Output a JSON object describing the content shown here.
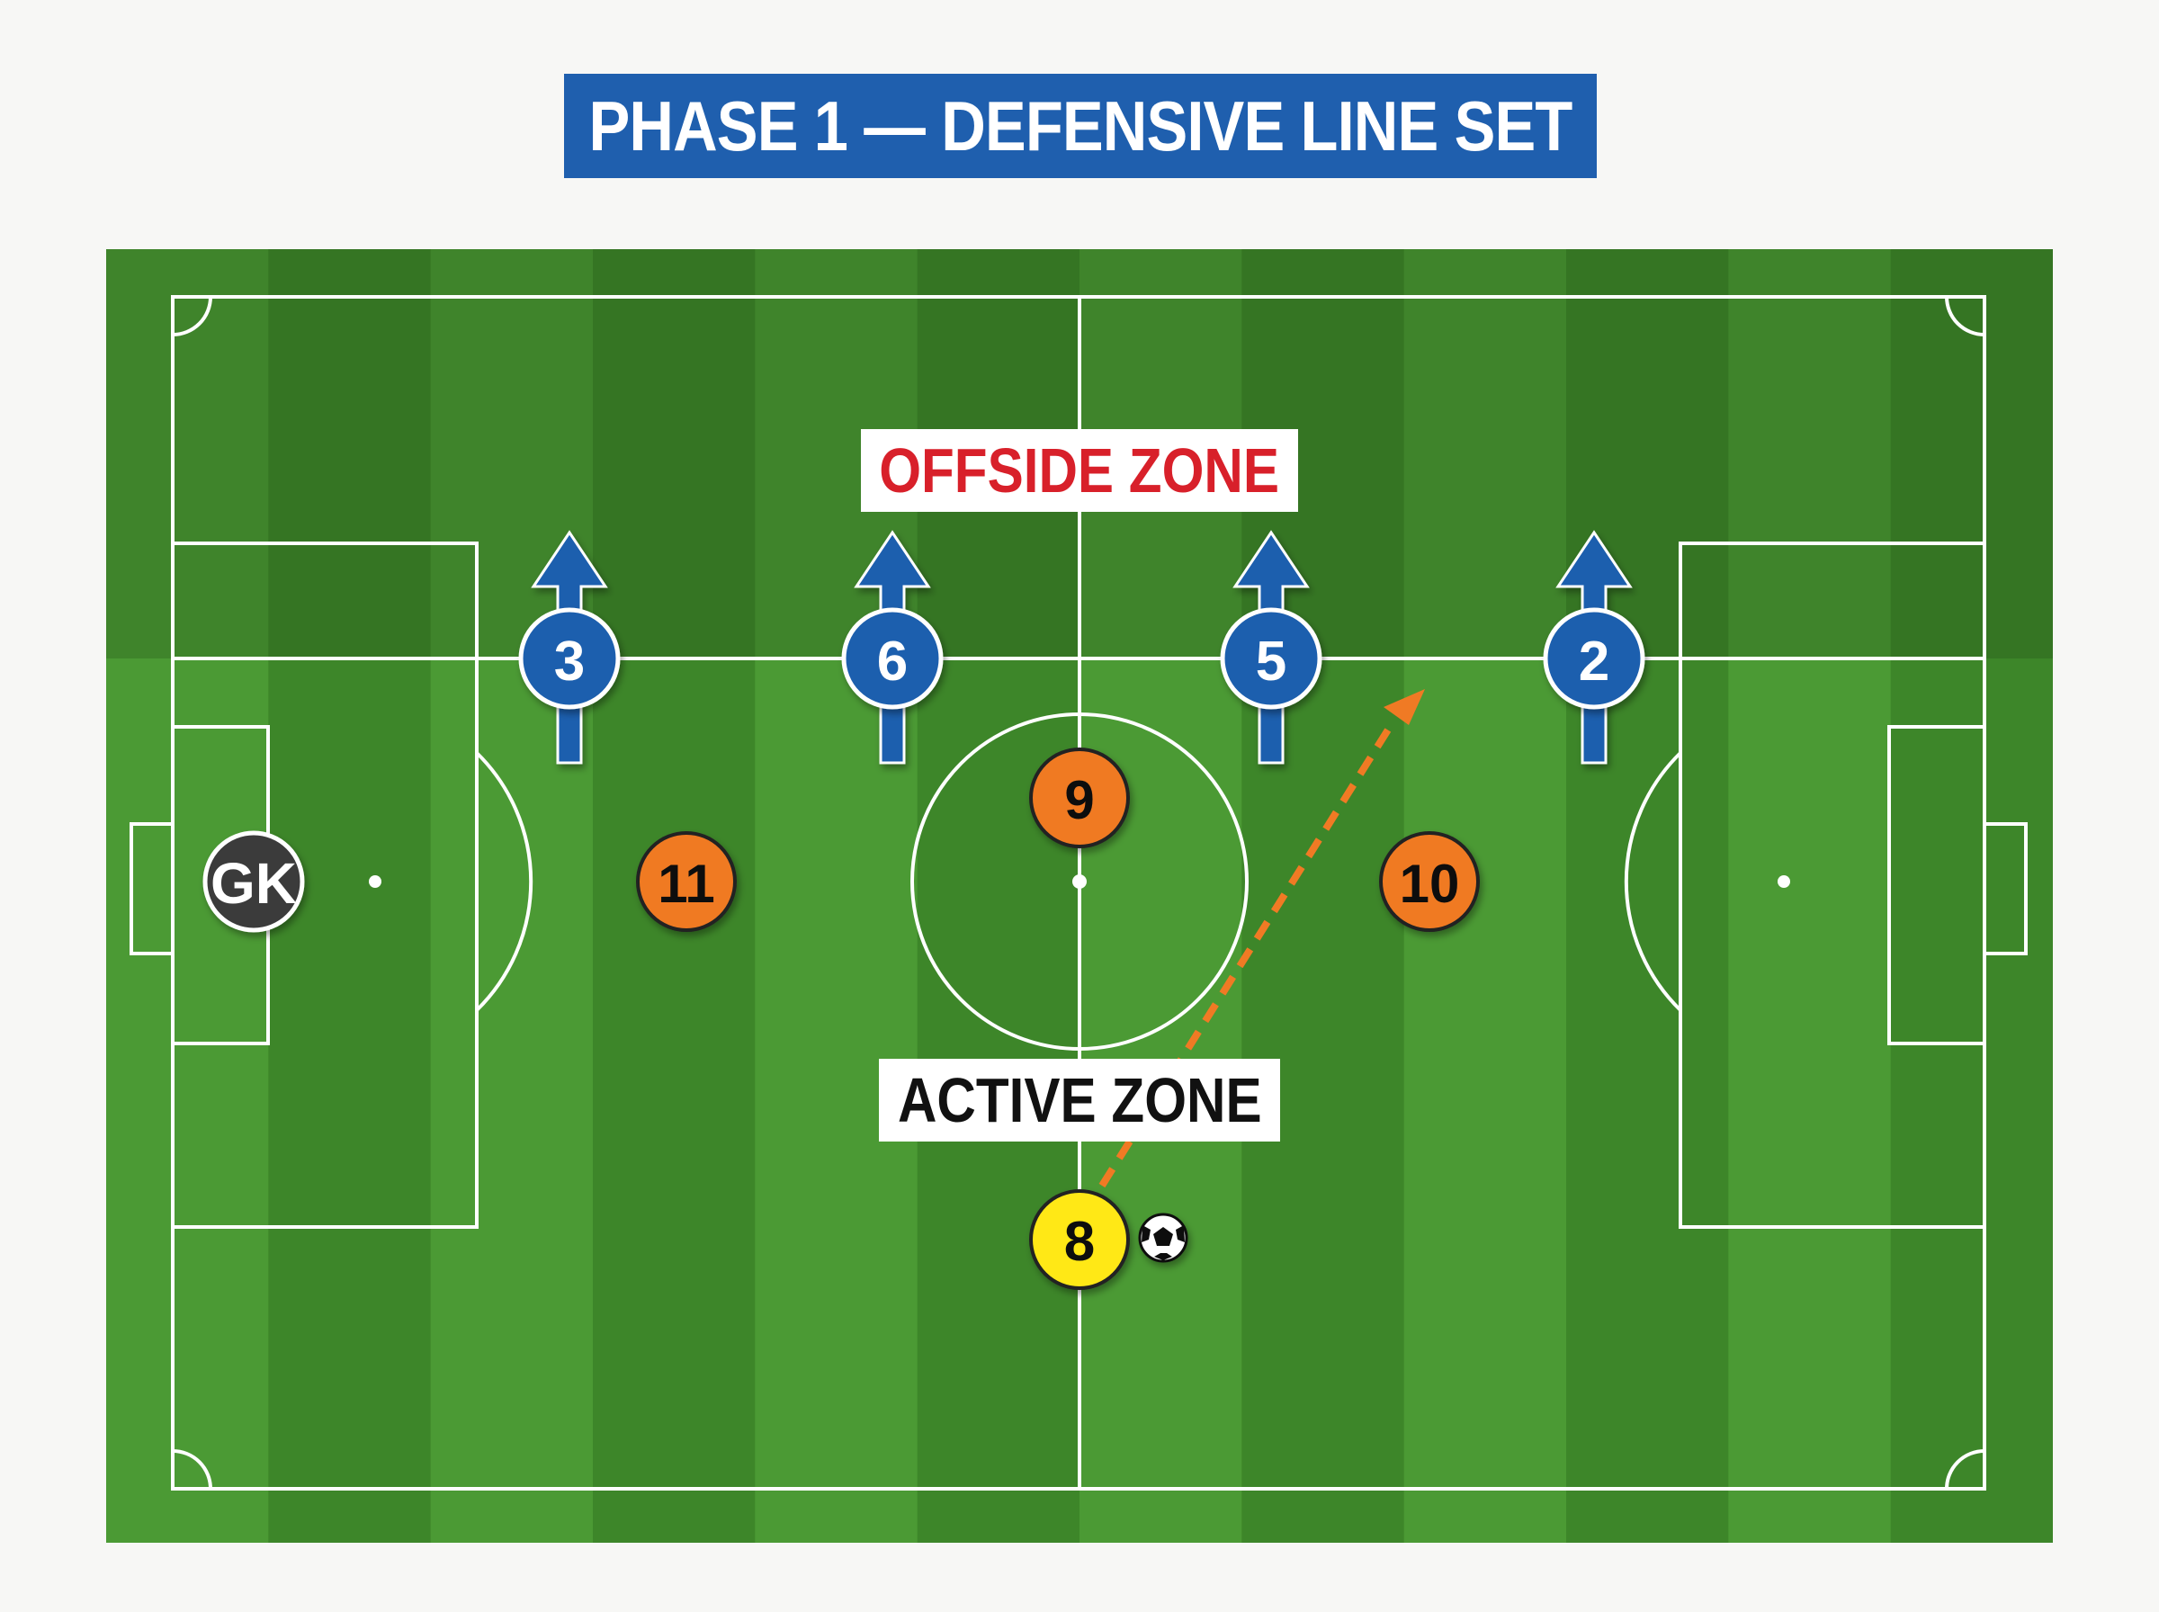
{
  "title": "PHASE 1 — DEFENSIVE LINE SET",
  "zones": {
    "offside": "OFFSIDE ZONE",
    "active": "ACTIVE ZONE"
  },
  "colors": {
    "title_bg": "#1f5fae",
    "defender": "#1f5fae",
    "attacker": "#f07a24",
    "ball_carrier": "#ffe812",
    "goalkeeper": "#3a3a3a",
    "offside_text": "#d8202a",
    "pass_arrow": "#f07a24",
    "pitch_light": "#4b9a34",
    "pitch_dark": "#3d8629"
  },
  "players": {
    "goalkeeper": {
      "label": "GK"
    },
    "defenders": [
      {
        "label": "3"
      },
      {
        "label": "6"
      },
      {
        "label": "5"
      },
      {
        "label": "2"
      }
    ],
    "attackers": [
      {
        "label": "11"
      },
      {
        "label": "9"
      },
      {
        "label": "10"
      }
    ],
    "ball_carrier": {
      "label": "8"
    }
  },
  "icons": [
    "soccer-ball-icon",
    "arrow-up-icon",
    "pass-arrow-icon"
  ]
}
